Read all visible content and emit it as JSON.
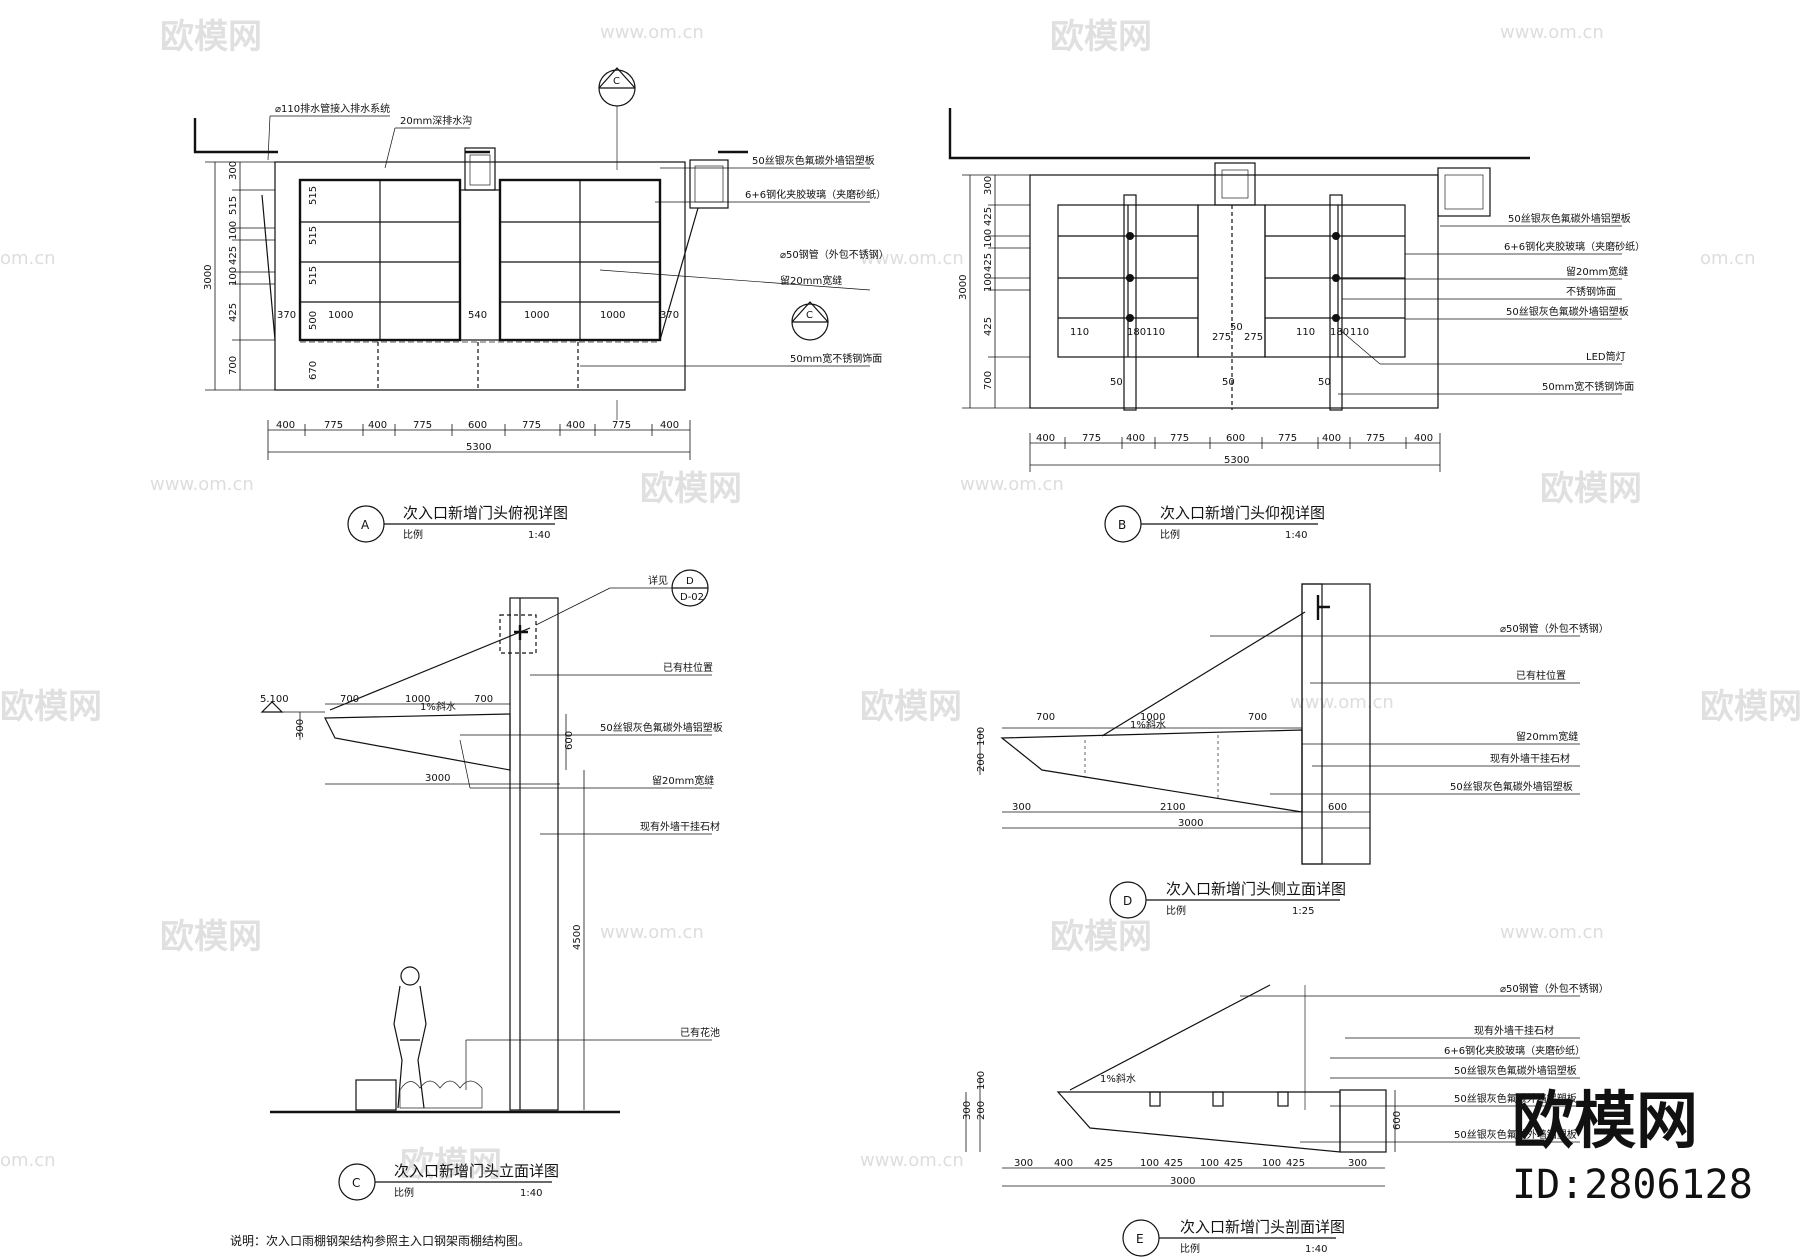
{
  "watermark": {
    "brand": "欧模网",
    "url": "www.om.cn",
    "url_short": "om.cn"
  },
  "brand_logo": {
    "name": "欧模网",
    "id": "ID:2806128"
  },
  "panel_a": {
    "mark": "A",
    "title": "次入口新增门头俯视详图",
    "scale_label": "比例",
    "scale": "1:40",
    "notes": [
      "⌀110排水管接入排水系统",
      "20mm深排水沟",
      "50丝银灰色氟碳外墙铝塑板",
      "6+6钢化夹胶玻璃（夹磨砂纸）",
      "⌀50钢管（外包不锈钢）",
      "留20mm宽缝",
      "50mm宽不锈钢饰面"
    ],
    "h_dims": [
      "400",
      "775",
      "400",
      "775",
      "600",
      "775",
      "400",
      "775",
      "400"
    ],
    "total": "5300",
    "v_dims": [
      "300",
      "515",
      "100",
      "425",
      "100",
      "425",
      "700"
    ],
    "v_total": "3000",
    "inner_v": [
      "515",
      "515",
      "515",
      "500",
      "670"
    ],
    "inner_h": [
      "370",
      "1000",
      "540",
      "1000",
      "1000",
      "370"
    ],
    "section_mark": "C"
  },
  "panel_b": {
    "mark": "B",
    "title": "次入口新增门头仰视详图",
    "scale_label": "比例",
    "scale": "1:40",
    "notes": [
      "50丝银灰色氟碳外墙铝塑板",
      "6+6钢化夹胶玻璃（夹磨砂纸）",
      "留20mm宽缝",
      "不锈钢饰面",
      "50丝银灰色氟碳外墙铝塑板",
      "LED筒灯",
      "50mm宽不锈钢饰面"
    ],
    "h_dims": [
      "400",
      "775",
      "400",
      "775",
      "600",
      "775",
      "400",
      "775",
      "400"
    ],
    "total": "5300",
    "v_dims": [
      "300",
      "425",
      "100",
      "425",
      "100",
      "425",
      "700"
    ],
    "v_total": "3000",
    "inner": [
      "110",
      "180",
      "110",
      "275",
      "50",
      "275",
      "110",
      "180",
      "110",
      "50",
      "50",
      "50"
    ]
  },
  "panel_c": {
    "mark": "C",
    "title": "次入口新增门头立面详图",
    "scale_label": "比例",
    "scale": "1:40",
    "elevation": "5.100",
    "dims": [
      "700",
      "1000",
      "700",
      "300",
      "3000",
      "600",
      "4500"
    ],
    "slope": "1%斜水",
    "notes": [
      "详见",
      "已有柱位置",
      "50丝银灰色氟碳外墙铝塑板",
      "留20mm宽缝",
      "现有外墙干挂石材",
      "已有花池"
    ],
    "detail_ref_top": "D",
    "detail_ref_bottom": "D-02",
    "remark": "说明：次入口雨棚钢架结构参照主入口钢架雨棚结构图。"
  },
  "panel_d": {
    "mark": "D",
    "title": "次入口新增门头侧立面详图",
    "scale_label": "比例",
    "scale": "1:25",
    "dims": [
      "700",
      "1000",
      "700",
      "100",
      "200",
      "300",
      "2100",
      "600",
      "3000"
    ],
    "slope": "1%斜水",
    "notes": [
      "⌀50钢管（外包不锈钢）",
      "已有柱位置",
      "留20mm宽缝",
      "现有外墙干挂石材",
      "50丝银灰色氟碳外墙铝塑板"
    ]
  },
  "panel_e": {
    "mark": "E",
    "title": "次入口新增门头剖面详图",
    "scale_label": "比例",
    "scale": "1:40",
    "dims": [
      "300",
      "400",
      "425",
      "100",
      "425",
      "100",
      "425",
      "100",
      "425",
      "300",
      "3000",
      "100",
      "200",
      "300",
      "600"
    ],
    "slope": "1%斜水",
    "notes": [
      "⌀50钢管（外包不锈钢）",
      "现有外墙干挂石材",
      "6+6钢化夹胶玻璃（夹磨砂纸）",
      "50丝银灰色氟碳外墙铝塑板",
      "50丝银灰色氟碳外墙铝塑板",
      "50丝银灰色氟碳外墙铝塑板"
    ]
  }
}
